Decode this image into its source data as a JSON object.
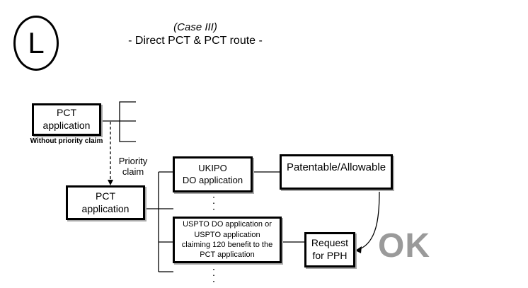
{
  "badge": {
    "letter": "L"
  },
  "header": {
    "case_label": "(Case III)",
    "route_label": "- Direct PCT & PCT route -"
  },
  "nodes": {
    "pct_first": {
      "line1": "PCT",
      "line2": "application",
      "caption": "Without priority claim"
    },
    "pct_second": {
      "line1": "PCT",
      "line2": "application"
    },
    "ukipo": {
      "line1": "UKIPO",
      "line2": "DO application"
    },
    "patentable": {
      "label": "Patentable/Allowable"
    },
    "uspto": {
      "line1": "USPTO DO application or",
      "line2": "USPTO application",
      "line3": "claiming 120 benefit to the",
      "line4": "PCT application"
    },
    "request": {
      "line1": "Request",
      "line2": "for PPH"
    }
  },
  "annotations": {
    "priority": {
      "line1": "Priority",
      "line2": "claim"
    },
    "ok": "OK"
  },
  "colors": {
    "line": "#000000",
    "box_border": "#000000",
    "box_shadow": "#aaaaaa",
    "ok_gray": "#9a9a9a"
  }
}
